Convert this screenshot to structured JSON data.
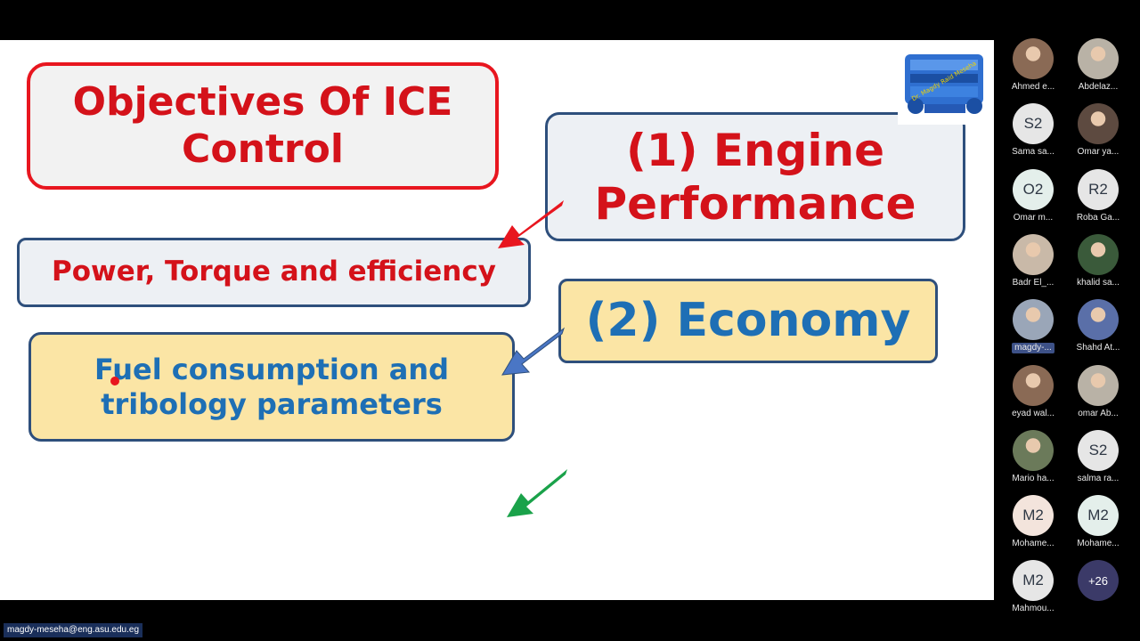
{
  "slide": {
    "title": "Objectives Of ICE Control",
    "engine_performance": "(1) Engine Performance",
    "power": "Power, Torque and efficiency",
    "economy": "(2) Economy",
    "fuel": "Fuel consumption and tribology parameters",
    "engine_image_caption": "Dr. Magdy Raid Meseha"
  },
  "presenter_tag": "magdy-meseha@eng.asu.edu.eg",
  "colors": {
    "red": "#d4121a",
    "blue": "#1e6fb5",
    "navy": "#2e4f7c",
    "yellow": "#fbe5a5",
    "green": "#1aa24a",
    "arrow_blue": "#4a76c5"
  },
  "participants": [
    {
      "initials": "",
      "name": "Ahmed e...",
      "avatar": "photo",
      "highlight": false
    },
    {
      "initials": "",
      "name": "Abdelaz...",
      "avatar": "photo",
      "highlight": false
    },
    {
      "initials": "S2",
      "name": "Sama sa...",
      "avatar": "gray",
      "highlight": false
    },
    {
      "initials": "",
      "name": "Omar ya...",
      "avatar": "photo",
      "highlight": false
    },
    {
      "initials": "O2",
      "name": "Omar m...",
      "avatar": "teal",
      "highlight": false
    },
    {
      "initials": "R2",
      "name": "Roba Ga...",
      "avatar": "gray",
      "highlight": false
    },
    {
      "initials": "",
      "name": "Badr El_...",
      "avatar": "photo",
      "highlight": false
    },
    {
      "initials": "",
      "name": "khalid sa...",
      "avatar": "photo",
      "highlight": false
    },
    {
      "initials": "",
      "name": "magdy-...",
      "avatar": "photo",
      "highlight": true
    },
    {
      "initials": "",
      "name": "Shahd At...",
      "avatar": "photo",
      "highlight": false
    },
    {
      "initials": "",
      "name": "eyad wal...",
      "avatar": "photo",
      "highlight": false
    },
    {
      "initials": "",
      "name": "omar Ab...",
      "avatar": "photo",
      "highlight": false
    },
    {
      "initials": "",
      "name": "Mario ha...",
      "avatar": "photo",
      "highlight": false
    },
    {
      "initials": "S2",
      "name": "salma ra...",
      "avatar": "gray",
      "highlight": false
    },
    {
      "initials": "M2",
      "name": "Mohame...",
      "avatar": "peach",
      "highlight": false
    },
    {
      "initials": "M2",
      "name": "Mohame...",
      "avatar": "teal",
      "highlight": false
    },
    {
      "initials": "M2",
      "name": "Mahmou...",
      "avatar": "gray",
      "highlight": false
    },
    {
      "initials": "+26",
      "name": "",
      "avatar": "more",
      "highlight": false
    }
  ]
}
